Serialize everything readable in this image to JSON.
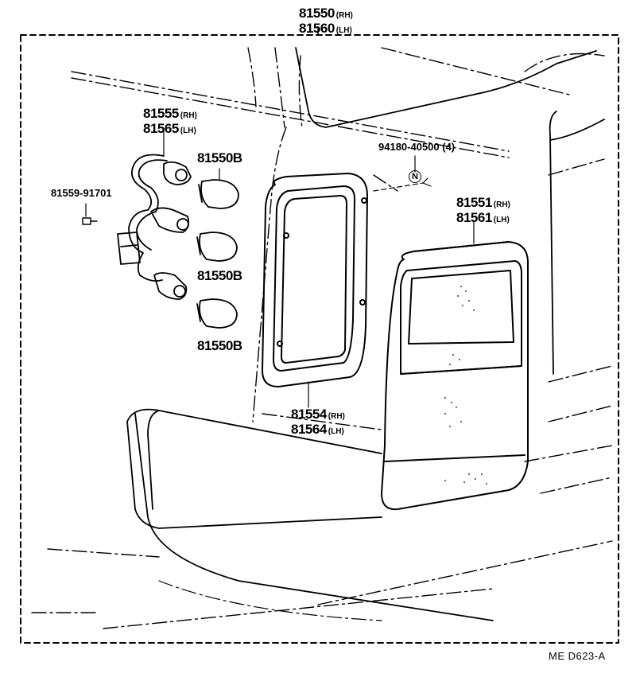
{
  "assembly": {
    "rh_number": "81550",
    "rh_side": "(RH)",
    "lh_number": "81560",
    "lh_side": "(LH)"
  },
  "socket": {
    "rh_number": "81555",
    "rh_side": "(RH)",
    "lh_number": "81565",
    "lh_side": "(LH)"
  },
  "clip": {
    "number": "81559-91701"
  },
  "bulbs": {
    "label_1": "81550B",
    "label_2": "81550B",
    "label_3": "81550B"
  },
  "nut": {
    "number": "94180-40500 (4)",
    "symbol": "N"
  },
  "lens": {
    "rh_number": "81551",
    "rh_side": "(RH)",
    "lh_number": "81561",
    "lh_side": "(LH)"
  },
  "gasket": {
    "rh_number": "81554",
    "rh_side": "(RH)",
    "lh_number": "81564",
    "lh_side": "(LH)"
  },
  "footer": {
    "code": "ME  D623-A"
  }
}
